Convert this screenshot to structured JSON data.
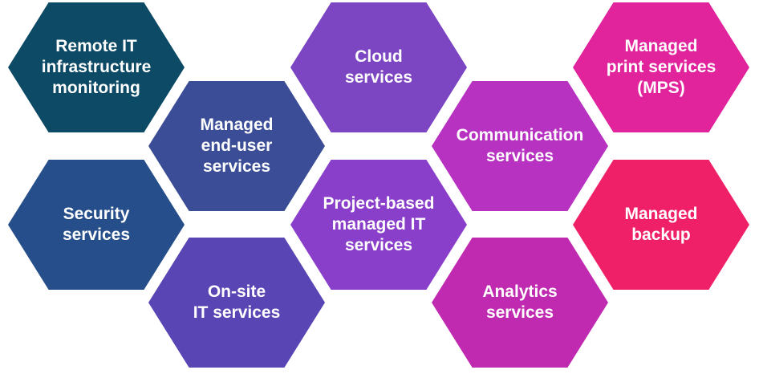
{
  "services": [
    {
      "label": "Remote IT\ninfrastructure\nmonitoring",
      "color": "#0d4a66"
    },
    {
      "label": "Managed\nend-user\nservices",
      "color": "#3b4d96"
    },
    {
      "label": "Security\nservices",
      "color": "#264e8a"
    },
    {
      "label": "On-site\nIT services",
      "color": "#5a45b4"
    },
    {
      "label": "Cloud\nservices",
      "color": "#7c45c2"
    },
    {
      "label": "Project-based\nmanaged IT\nservices",
      "color": "#8a3fca"
    },
    {
      "label": "Communication\nservices",
      "color": "#b832c2"
    },
    {
      "label": "Analytics\nservices",
      "color": "#c02ab0"
    },
    {
      "label": "Managed\nprint services\n(MPS)",
      "color": "#e1249c"
    },
    {
      "label": "Managed\nbackup",
      "color": "#f02068"
    }
  ]
}
